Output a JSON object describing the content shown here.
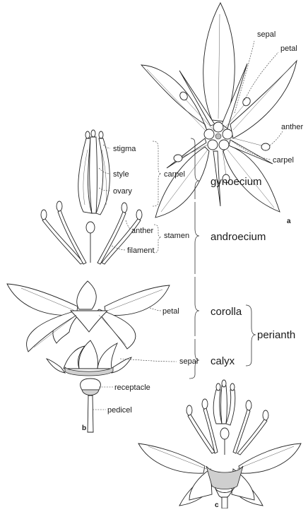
{
  "labels": {
    "sepal_a": "sepal",
    "petal_a": "petal",
    "anther_a": "anther",
    "carpel_a": "carpel",
    "stigma": "stigma",
    "style": "style",
    "ovary": "ovary",
    "carpel_group": "carpel",
    "anther_b": "anther",
    "stamen": "stamen",
    "filament": "filament",
    "petal_b": "petal",
    "sepal_b": "sepal",
    "receptacle": "receptacle",
    "pedicel": "pedicel",
    "gynoecium": "gynoecium",
    "androecium": "androecium",
    "corolla": "corolla",
    "calyx": "calyx",
    "perianth": "perianth"
  },
  "panels": {
    "a": "a",
    "b": "b",
    "c": "c"
  }
}
